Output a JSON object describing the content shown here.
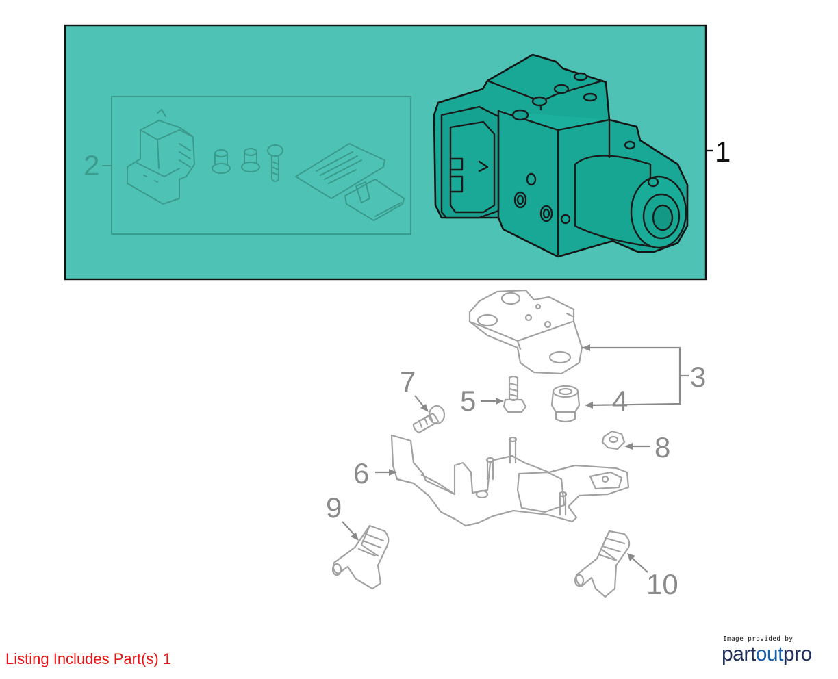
{
  "callouts": {
    "c1": "1",
    "c2": "2",
    "c3": "3",
    "c4": "4",
    "c5": "5",
    "c6": "6",
    "c7": "7",
    "c8": "8",
    "c9": "9",
    "c10": "10"
  },
  "highlight_color": "#4ec2b5",
  "listing_note": "Listing Includes Part(s) 1",
  "credit": {
    "small": "Image provided by",
    "brand_a": "part",
    "brand_b": "out",
    "brand_c": "pro"
  }
}
